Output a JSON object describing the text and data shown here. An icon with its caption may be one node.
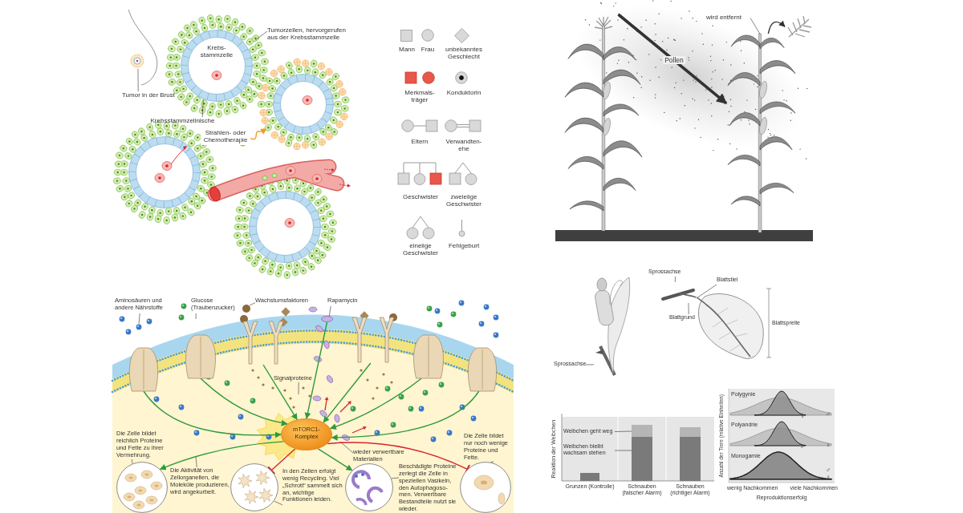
{
  "diagram": {
    "nodes": [
      {
        "text": [
          "Krebs- stammzelle"
        ]
      },
      {
        "text": [
          "Tumorzellen, hervorgerufen aus der Krebsstammzelle"
        ]
      },
      {
        "text": [
          "Tumor in der Brust"
        ]
      },
      {
        "text": [
          "Krebsstammzellnische"
        ]
      },
      {
        "text": [],
        "shape": "picture"
      },
      {
        "text": [],
        "shape": "picture"
      },
      {
        "text": [
          "wird entfernt"
        ]
      },
      {
        "text": [],
        "shape": "picture"
      },
      {
        "text": [
          "Sprossachse"
        ]
      },
      {
        "text": [
          "Blattstiel"
        ]
      },
      {
        "text": [
          "Blattgrund"
        ]
      },
      {
        "text": [
          "Sprossachse"
        ]
      },
      {
        "text": [
          "Aminosäuren und andere Nährstoffe"
        ]
      },
      {
        "text": [
          "Glucose (Traubenzucker)"
        ]
      },
      {
        "text": [
          "Wachstumsfaktoren"
        ]
      },
      {
        "text": [
          "Rapamycin"
        ]
      },
      {
        "text": [],
        "shape": "ellipse"
      },
      {
        "text": [],
        "shape": "picture"
      },
      {
        "text": [],
        "shape": "picture"
      },
      {
        "text": [],
        "shape": "picture"
      },
      {
        "text": [],
        "shape": "picture"
      },
      {
        "text": [],
        "shape": "picture"
      },
      {
        "text": [],
        "shape": "picture"
      },
      {
        "text": [
          "Signalproteine"
        ]
      },
      {
        "text": [
          "mTORC1- Komplex"
        ]
      },
      {
        "text": [
          "Die Zelle bildet reichlich Proteine und Fette zu ihrer Vermehrung."
        ]
      },
      {
        "text": [
          "wieder verwertbare Materialien"
        ]
      },
      {
        "text": [
          "Die Zelle bildet nur noch wenige Proteine und Fette."
        ]
      },
      {
        "text": [
          "Die Aktivität von Zellorganellen, die Moleküle produzieren, wird angekurbelt."
        ]
      },
      {
        "text": [
          "In den Zellen erfolgt wenig Recycling. Viel „Schrott“ sammelt sich an, wichtige Funktionen leiden."
        ]
      },
      {
        "text": [
          "Beschädigte Proteine zerlegt die Zelle in speziellen Vasikeln, den Autophagoso- men. Verwertbare Bestandteile nutzt sie wieder."
        ]
      },
      {
        "text": [],
        "shape": "circle"
      },
      {
        "text": [],
        "shape": "circle"
      },
      {
        "text": [],
        "shape": "circle"
      },
      {
        "text": [],
        "shape": "circle"
      },
      {
        "text": [
          "Weibchen geht weg"
        ]
      },
      {
        "text": [
          "Weibchen bleibt wachsam stehen"
        ]
      },
      {
        "text": [
          "Strahlen- oder Chemotherapie"
        ]
      },
      {
        "text": [],
        "shape": "picture"
      },
      {
        "text": [],
        "shape": "picture"
      },
      {
        "text": [],
        "shape": "picture"
      },
      {
        "text": [],
        "shape": "picture"
      }
    ],
    "edges": [
      {
        "from": 1,
        "to": null,
        "arrow": "none"
      },
      {
        "from": 2,
        "to": null,
        "arrow": "none"
      },
      {
        "from": 3,
        "to": 0,
        "arrow": "none"
      },
      {
        "from": 4,
        "to": 5,
        "arrow": "to",
        "label": "Pollen",
        "style": "thick"
      },
      {
        "from": 6,
        "to": 5,
        "arrow": "none"
      },
      {
        "from": 5,
        "to": 7,
        "arrow": "to"
      },
      {
        "from": 8,
        "to": 39,
        "arrow": "none"
      },
      {
        "from": 9,
        "to": 40,
        "arrow": "none"
      },
      {
        "from": 10,
        "to": 39,
        "arrow": "none"
      },
      {
        "from": 11,
        "to": 41,
        "arrow": "none"
      },
      {
        "from": 12,
        "to": null,
        "arrow": "none"
      },
      {
        "from": 13,
        "to": null,
        "arrow": "none"
      },
      {
        "from": 14,
        "to": null,
        "arrow": "none"
      },
      {
        "from": 15,
        "to": 16,
        "arrow": "none"
      },
      {
        "from": 17,
        "to": 24,
        "arrow": "to",
        "color": "#2f9a3c"
      },
      {
        "from": 18,
        "to": 24,
        "arrow": "to",
        "color": "#2f9a3c"
      },
      {
        "from": 19,
        "to": 24,
        "arrow": "to",
        "color": "#2f9a3c"
      },
      {
        "from": 16,
        "to": 24,
        "arrow": "to",
        "color": "#2f9a3c"
      },
      {
        "from": 20,
        "to": 24,
        "arrow": "to",
        "color": "#2f9a3c"
      },
      {
        "from": 21,
        "to": 24,
        "arrow": "to",
        "color": "#2f9a3c"
      },
      {
        "from": 22,
        "to": 24,
        "arrow": "to",
        "color": "#2f9a3c"
      },
      {
        "from": 23,
        "to": null,
        "arrow": "none"
      },
      {
        "from": 24,
        "to": 31,
        "arrow": "to",
        "color": "#2f9a3c"
      },
      {
        "from": 24,
        "to": 32,
        "arrow": "other",
        "color": "#d8262b"
      },
      {
        "from": 24,
        "to": 33,
        "arrow": "to",
        "color": "#2f9a3c"
      },
      {
        "from": 24,
        "to": 34,
        "arrow": "other",
        "color": "#d8262b"
      },
      {
        "from": 25,
        "to": 31,
        "arrow": "none"
      },
      {
        "from": 26,
        "to": null,
        "arrow": "none"
      },
      {
        "from": 27,
        "to": 34,
        "arrow": "none"
      },
      {
        "from": 28,
        "to": null,
        "arrow": "none"
      },
      {
        "from": 29,
        "to": 32,
        "arrow": "none"
      },
      {
        "from": 30,
        "to": 33,
        "arrow": "none"
      },
      {
        "from": 35,
        "to": null,
        "arrow": "none"
      },
      {
        "from": 36,
        "to": null,
        "arrow": "none"
      },
      {
        "from": 37,
        "to": 38,
        "arrow": "to",
        "color": "#f39a1e"
      }
    ],
    "labels": [
      "Blattspreite",
      "Reaktion der Weibchen",
      "Grunzen (Kontrolle)",
      "Schnauben (falscher Alarm)",
      "Schnauben (richtiger Alarm)",
      "Polygynie",
      "♀",
      "♂",
      "Polyandrie",
      "♂",
      "♀",
      "Monogamie",
      "♂",
      "♀",
      "Anzahl der Tiere (relative Einheiten)",
      "wenig Nachkommen",
      "viele Nachkommen",
      "Reproduktionserfolg"
    ],
    "legend": [
      {
        "text": "Mann"
      },
      {
        "text": "Frau"
      },
      {
        "text": "unbekanntes Geschlecht"
      },
      {
        "text": "Merkmals- träger"
      },
      {
        "text": "Konduktorin"
      },
      {
        "text": "Eltern"
      },
      {
        "text": "Verwandten- ehe"
      },
      {
        "text": "Geschwister"
      },
      {
        "text": "zweieiige Geschwister"
      },
      {
        "text": "eineiige Geschwister"
      },
      {
        "text": "Fehlgeburt"
      }
    ]
  }
}
